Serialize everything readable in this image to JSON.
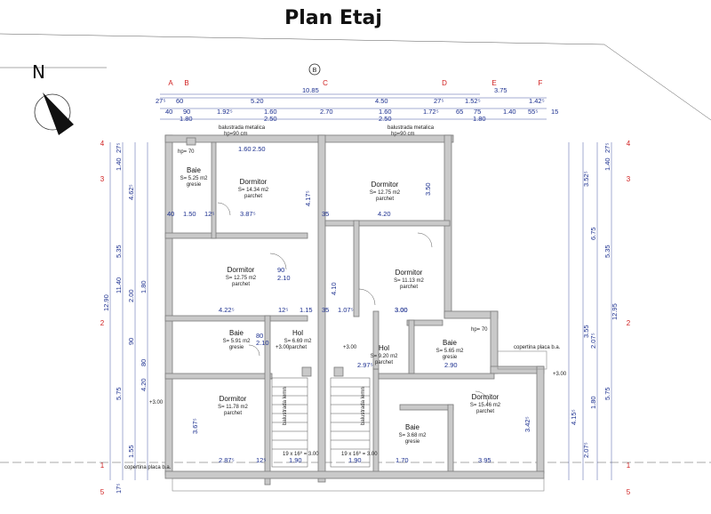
{
  "title": "Plan Etaj",
  "north_label": "N",
  "grid_cols": [
    "A",
    "B",
    "C",
    "D",
    "E",
    "F"
  ],
  "grid_b_bubble": "B",
  "grid_rows": [
    "4",
    "3",
    "2",
    "1",
    "5"
  ],
  "rooms": [
    {
      "name": "Baie",
      "area": "S= 5.25 m2",
      "finish": "gresie"
    },
    {
      "name": "Dormitor",
      "area": "S= 14.34 m2",
      "finish": "parchet"
    },
    {
      "name": "Dormitor",
      "area": "S= 12.75 m2",
      "finish": "parchet"
    },
    {
      "name": "Dormitor",
      "area": "S= 12.75 m2",
      "finish": "parchet"
    },
    {
      "name": "Dormitor",
      "area": "S= 11.13 m2",
      "finish": "parchet"
    },
    {
      "name": "Baie",
      "area": "S= 5.91 m2",
      "finish": "gresie"
    },
    {
      "name": "Hol",
      "area": "S= 6.69 m2",
      "finish": "parchet"
    },
    {
      "name": "Hol",
      "area": "S= 9.20 m2",
      "finish": "parchet"
    },
    {
      "name": "Baie",
      "area": "S= 5.65 m2",
      "finish": "gresie"
    },
    {
      "name": "Dormitor",
      "area": "S= 11.78 m2",
      "finish": "parchet"
    },
    {
      "name": "Dormitor",
      "area": "S= 15.46 m2",
      "finish": "parchet"
    },
    {
      "name": "Baie",
      "area": "S= 3.68 m2",
      "finish": "gresie"
    }
  ],
  "notes": {
    "balustrada": "balustrada metalica",
    "hp90": "hp=90 cm",
    "hp70": "hp= 70",
    "copertina": "copertina placa b.a.",
    "level": "+3.00",
    "balustrada_lemn": "balustrada lemn",
    "stair_left": "19 x 16⁰ = 3.00",
    "stair_right": "19 x 16⁰ = 3.00"
  },
  "top_dims": {
    "overall": "10.85",
    "right_overall": "3.75",
    "row1": [
      "27⁵",
      "60",
      "5.20",
      "4.50",
      "27⁵",
      "1.52⁵",
      "1.42⁵"
    ],
    "row2": [
      "40",
      "90",
      "1.92⁵",
      "1.60",
      "2.70",
      "1.60",
      "1.72⁵",
      "65",
      "75",
      "1.40",
      "55⁵",
      "15"
    ],
    "row3": [
      "1.80",
      "2.50",
      "2.50",
      "1.80"
    ]
  },
  "left_dims": [
    "12.90",
    "11.40",
    "5.35",
    "4.62⁵",
    "1.40",
    "27⁵",
    "5.75",
    "4.20",
    "2.00",
    "1.80",
    "90",
    "80",
    "1.55",
    "17⁵"
  ],
  "right_dims": [
    "12.95",
    "6.75",
    "5.35",
    "3.52⁵",
    "1.40",
    "27⁵",
    "5.75",
    "3.55",
    "2.07⁵",
    "1.80",
    "4.15⁵",
    "2.07⁵"
  ],
  "inner_dims": [
    "40",
    "1.50",
    "12⁵",
    "3.87⁵",
    "4.17⁵",
    "35",
    "4.20",
    "3.00",
    "4.22⁵",
    "12⁵",
    "1.15",
    "35",
    "1.07⁵",
    "3.00",
    "2.97⁵",
    "2.90",
    "2.87⁵",
    "1.90",
    "1.90",
    "1.70",
    "3.95",
    "12⁵",
    "1.60",
    "2.50",
    "3.50",
    "80",
    "2.10",
    "90",
    "2.10",
    "4.10",
    "3.67⁵",
    "3.42⁵"
  ]
}
